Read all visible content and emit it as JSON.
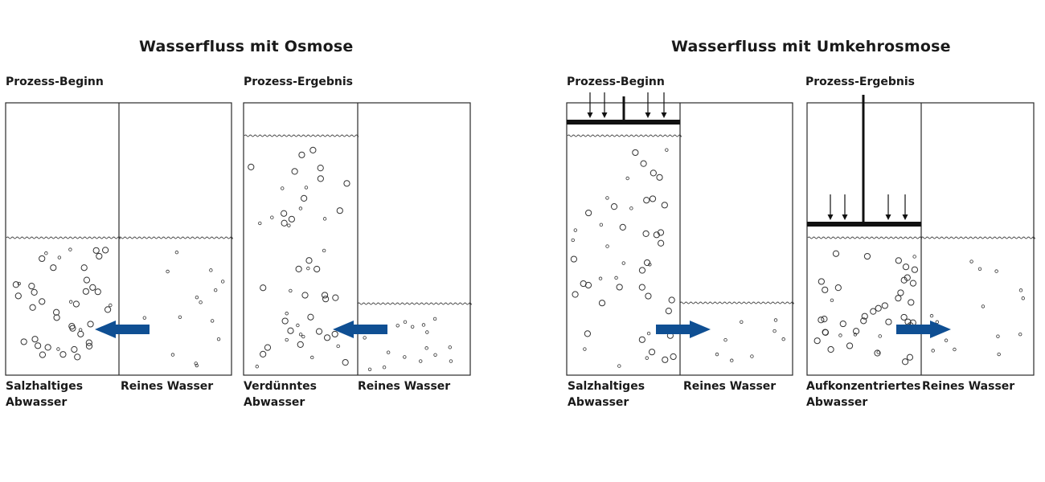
{
  "colors": {
    "arrow": "#0f4f93",
    "line": "#2a2a2a",
    "bubble": "#333333"
  },
  "osmosis": {
    "title": "Wasserfluss mit Osmose",
    "start": {
      "label": "Prozess-Beginn",
      "left_label": [
        "Salzhaltiges",
        "Abwasser"
      ],
      "right_label": [
        "Reines Wasser"
      ],
      "flow": "left"
    },
    "result": {
      "label": "Prozess-Ergebnis",
      "left_label": [
        "Verdünntes",
        "Abwasser"
      ],
      "right_label": [
        "Reines Wasser"
      ],
      "flow": "left"
    }
  },
  "reverse_osmosis": {
    "title": "Wasserfluss mit Umkehrosmose",
    "start": {
      "label": "Prozess-Beginn",
      "left_label": [
        "Salzhaltiges",
        "Abwasser"
      ],
      "right_label": [
        "Reines Wasser"
      ],
      "flow": "right"
    },
    "result": {
      "label": "Prozess-Ergebnis",
      "left_label": [
        "Aufkonzentriertes",
        "Abwasser"
      ],
      "right_label": [
        "Reines Wasser"
      ],
      "flow": "right"
    }
  }
}
